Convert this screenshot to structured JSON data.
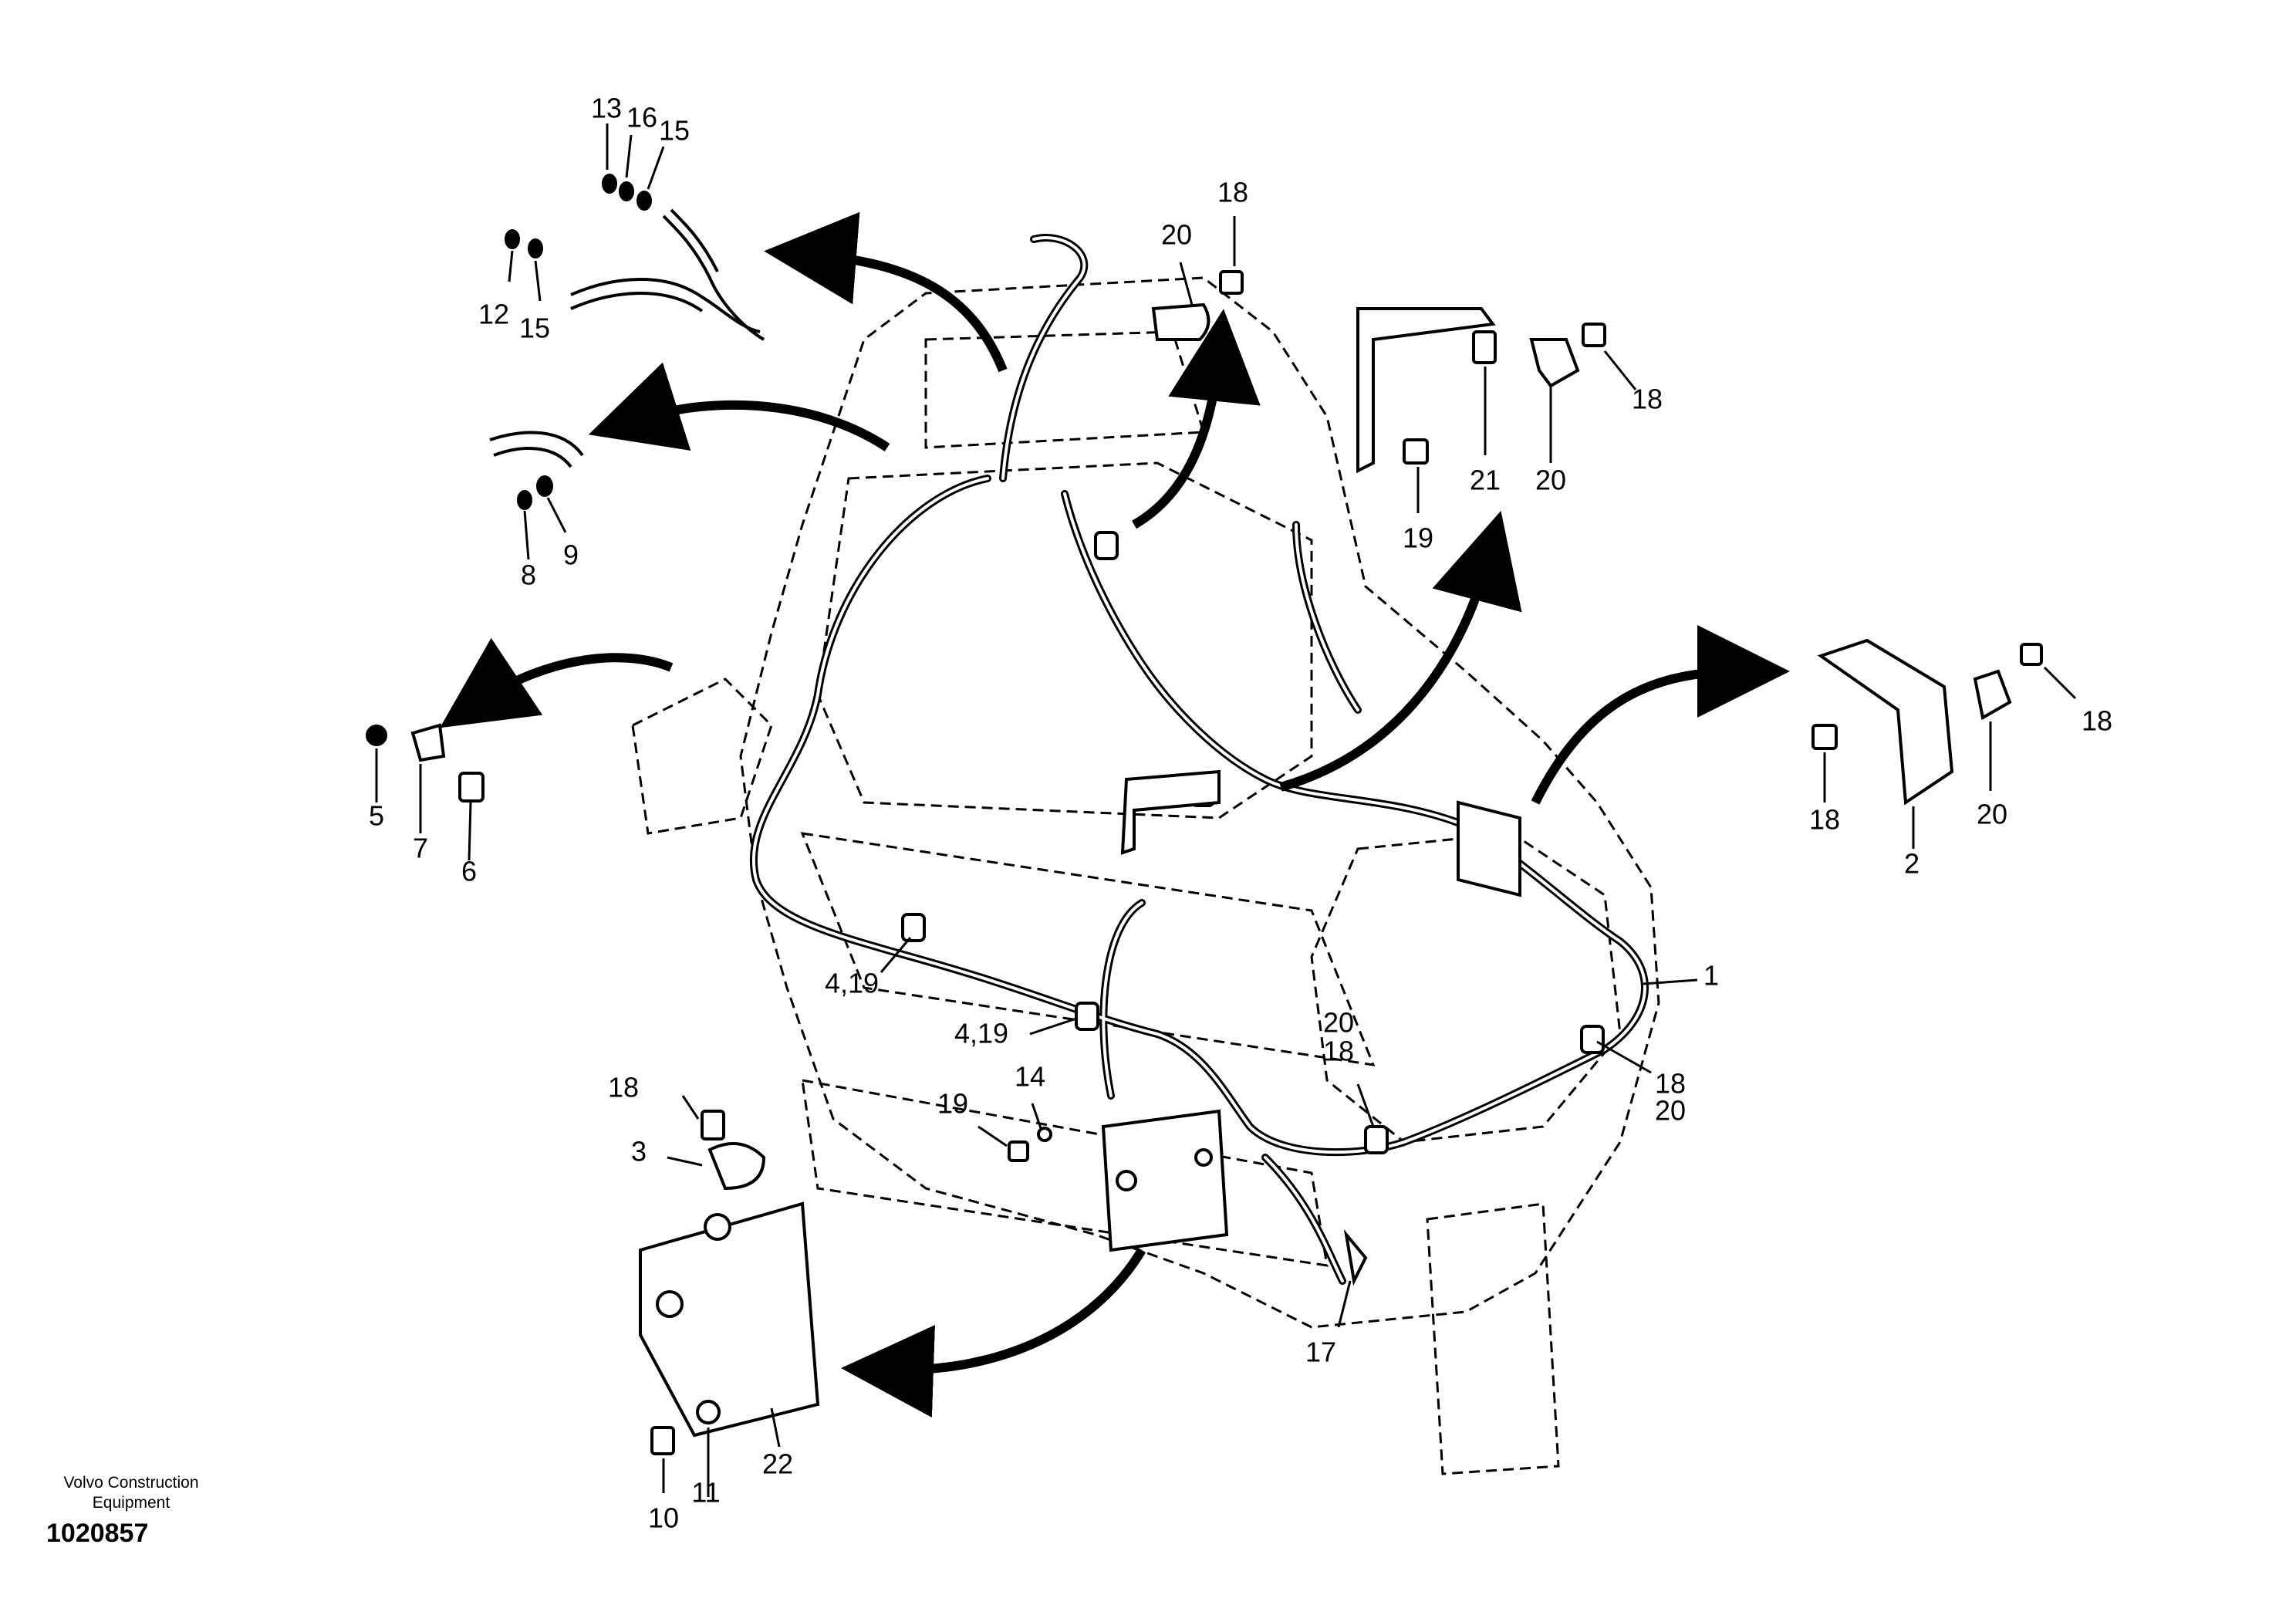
{
  "callouts": {
    "c13": "13",
    "c16": "16",
    "c15a": "15",
    "c12": "12",
    "c15b": "15",
    "c8": "8",
    "c9": "9",
    "c5": "5",
    "c7": "7",
    "c6": "6",
    "c20a": "20",
    "c18a": "18",
    "c18b": "18",
    "c19a": "19",
    "c21": "21",
    "c20b": "20",
    "c18c": "18",
    "c18d": "18",
    "c20c": "20",
    "c2": "2",
    "c1": "1",
    "c419a": "4,19",
    "c419b": "4,19",
    "c20d": "20",
    "c18e": "18",
    "c18f": "18",
    "c20e": "20",
    "c18g": "18",
    "c3": "3",
    "c14": "14",
    "c19b": "19",
    "c17": "17",
    "c10": "10",
    "c11": "11",
    "c22": "22"
  },
  "footer": {
    "maker_line1": "Volvo Construction",
    "maker_line2": "Equipment",
    "doc_number": "1020857"
  },
  "colors": {
    "ink": "#000000",
    "paper": "#ffffff"
  }
}
